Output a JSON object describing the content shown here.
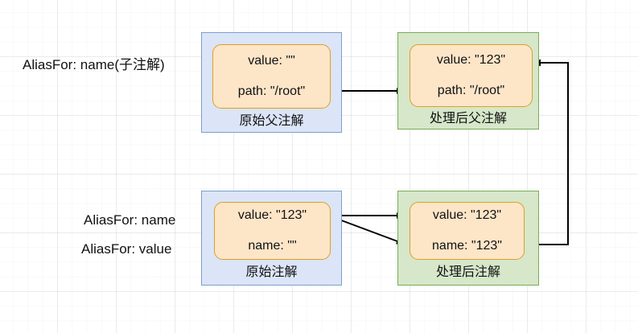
{
  "diagram": {
    "title_hidden": "",
    "colors": {
      "source_group_fill": "#dbe5f7",
      "source_group_stroke": "#7d9ecb",
      "processed_group_fill": "#d6e7ca",
      "processed_group_stroke": "#7aab58",
      "attribute_box_fill": "#fde5c8",
      "attribute_box_stroke": "#d9a128",
      "arrow": "#000000",
      "grid": "#e8e8e8",
      "text": "#111111"
    },
    "annotations": {
      "parent_alias": "AliasFor: name(子注解)",
      "child_alias_name": "AliasFor: name",
      "child_alias_value": "AliasFor: value"
    },
    "groups": {
      "original_parent": {
        "caption": "原始父注解",
        "attributes": [
          "value: \"\"",
          "path: \"/root\""
        ]
      },
      "processed_parent": {
        "caption": "处理后父注解",
        "attributes": [
          "value: \"123\"",
          "path: \"/root\""
        ]
      },
      "original_child": {
        "caption": "原始注解",
        "attributes": [
          "value: \"123\"",
          "name: \"\""
        ]
      },
      "processed_child": {
        "caption": "处理后注解",
        "attributes": [
          "value: \"123\"",
          "name: \"123\""
        ]
      }
    },
    "arrows": [
      {
        "name": "original-parent-to-processed-parent",
        "from": "original_parent",
        "to": "processed_parent"
      },
      {
        "name": "original-child-value-to-processed-child-value",
        "from": "original_child",
        "to": "processed_child"
      },
      {
        "name": "original-child-value-to-processed-child-name",
        "from": "original_child",
        "to": "processed_child"
      },
      {
        "name": "processed-child-name-to-processed-parent-value",
        "from": "processed_child",
        "to": "processed_parent"
      }
    ]
  }
}
